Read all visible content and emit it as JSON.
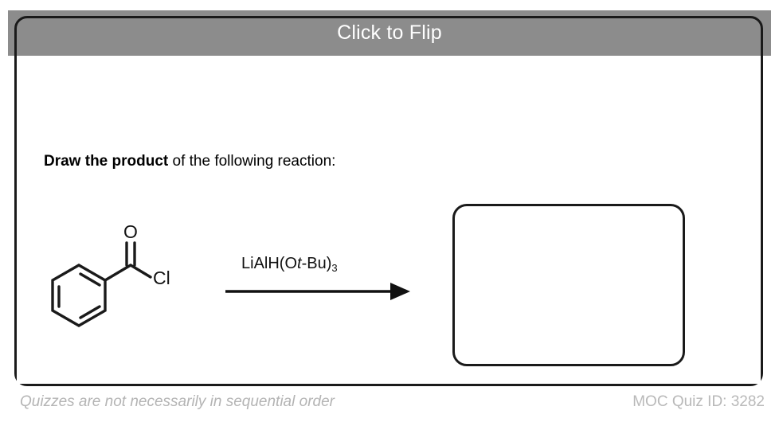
{
  "card": {
    "header_label": "Click to Flip",
    "header_bg": "#8c8c8c",
    "header_text_color": "#ffffff",
    "border_color": "#1a1a1a",
    "background": "#ffffff"
  },
  "prompt": {
    "bold_part": "Draw the product",
    "rest_part": " of the following reaction:"
  },
  "reaction": {
    "starting_material": {
      "name": "benzoyl-chloride",
      "atom_labels": {
        "oxygen": "O",
        "chlorine": "Cl"
      }
    },
    "reagent": {
      "prefix": "LiAlH(O",
      "italic": "t",
      "middle": "-Bu)",
      "subscript": "3",
      "full_text": "LiAlH(Ot-Bu)3"
    },
    "arrow": {
      "direction": "right",
      "color": "#111111"
    },
    "product_box": {
      "content": "",
      "placeholder": ""
    }
  },
  "footer": {
    "note": "Quizzes are not necessarily in sequential order",
    "quiz_id": "MOC Quiz ID: 3282",
    "note_color": "#b4b4b4",
    "quiz_id_color": "#b9b9b9"
  }
}
